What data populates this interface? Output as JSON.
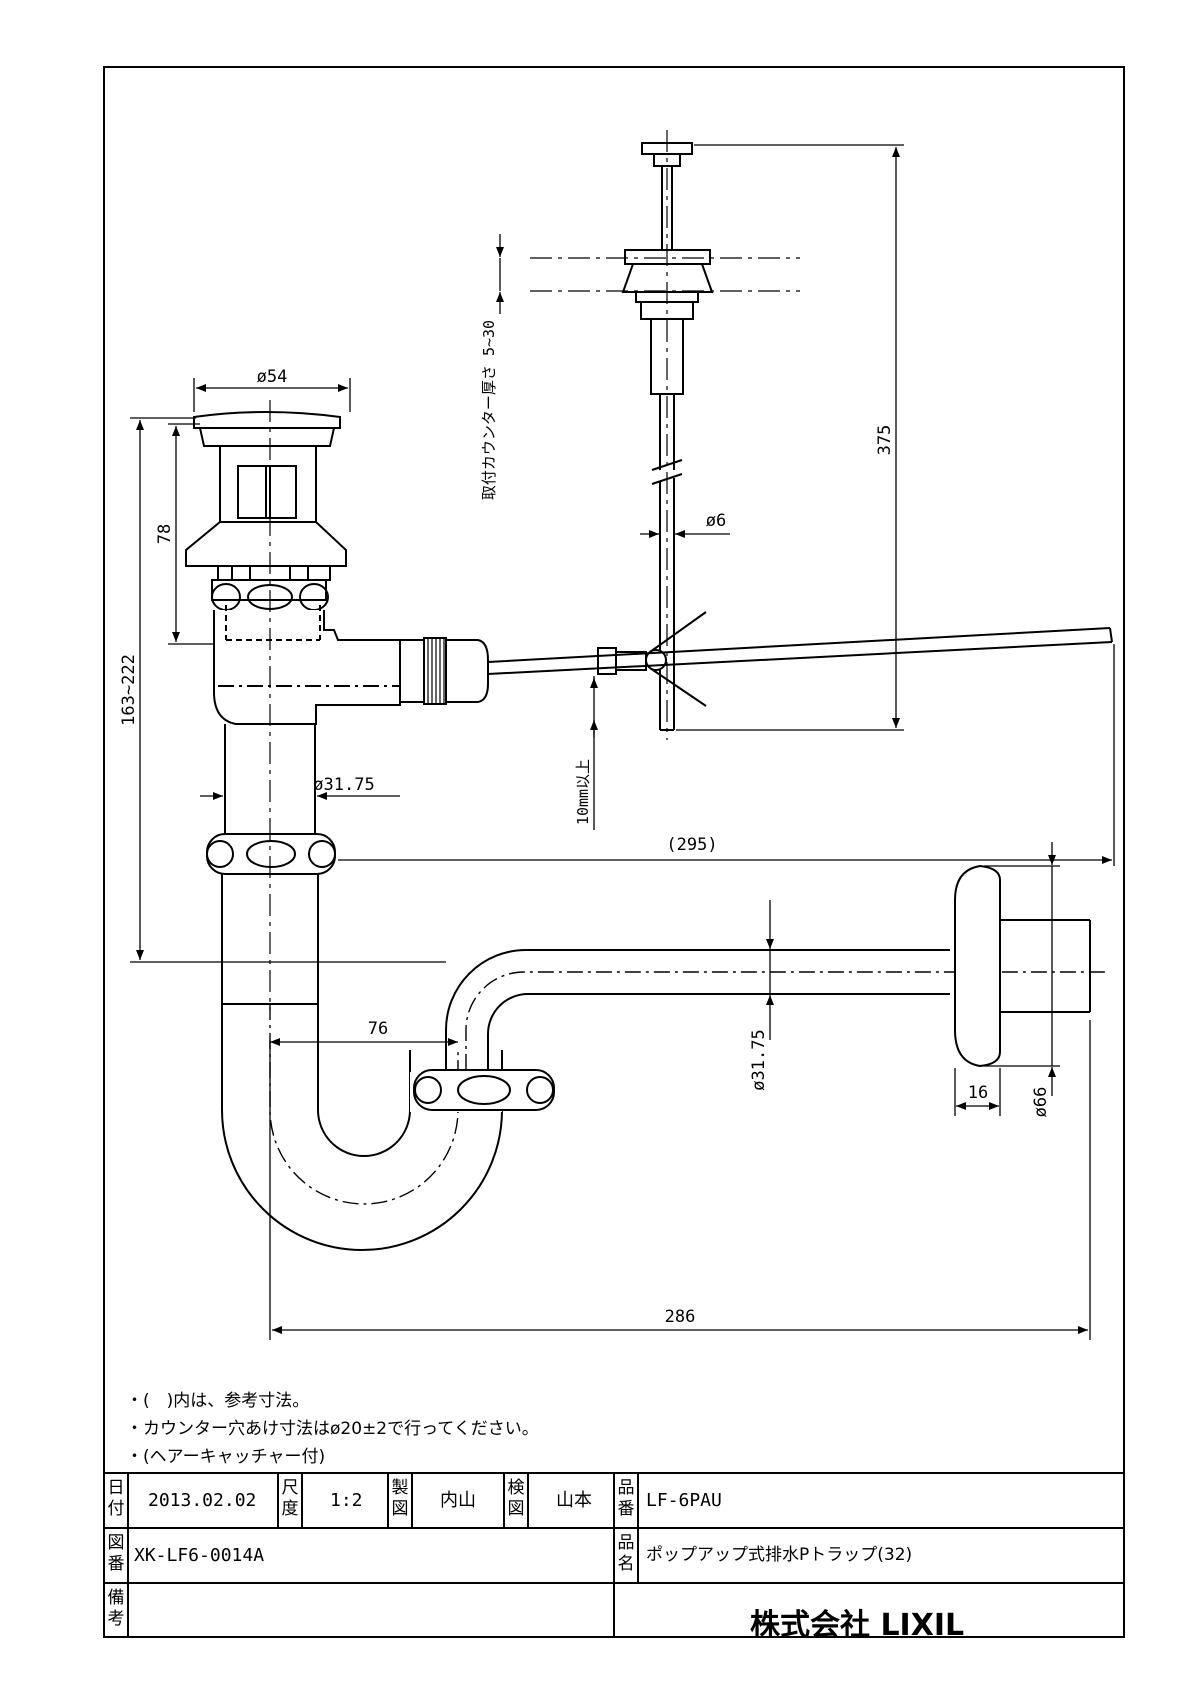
{
  "dimensions": {
    "d54": "ø54",
    "d78": "78",
    "d163_222": "163~222",
    "d31_75_h": "ø31.75",
    "d375": "375",
    "d6": "ø6",
    "counter_thickness": "取付カウンター厚さ 5~30",
    "d10_min": "10mm以上",
    "d295": "(295)",
    "d76": "76",
    "d31_75_v": "ø31.75",
    "d16": "16",
    "d66": "ø66",
    "d286": "286"
  },
  "notes": [
    "・(　)内は、参考寸法。",
    "・カウンター穴あけ寸法はø20±2で行ってください。",
    "・(ヘアーキャッチャー付)"
  ],
  "title_block": {
    "date_label": "日付",
    "date": "2013.02.02",
    "scale_label": "尺度",
    "scale": "1:2",
    "drawn_label": "製図",
    "drawn_by": "内山",
    "checked_label": "検図",
    "checked_by": "山本",
    "part_no_label": "品番",
    "part_no": "LF-6PAU",
    "drawing_no_label": "図番",
    "drawing_no": "XK-LF6-0014A",
    "product_name_label": "品名",
    "product_name": "ポップアップ式排水Pトラップ(32)",
    "remarks_label": "備考",
    "company": "株式会社 LIXIL"
  }
}
